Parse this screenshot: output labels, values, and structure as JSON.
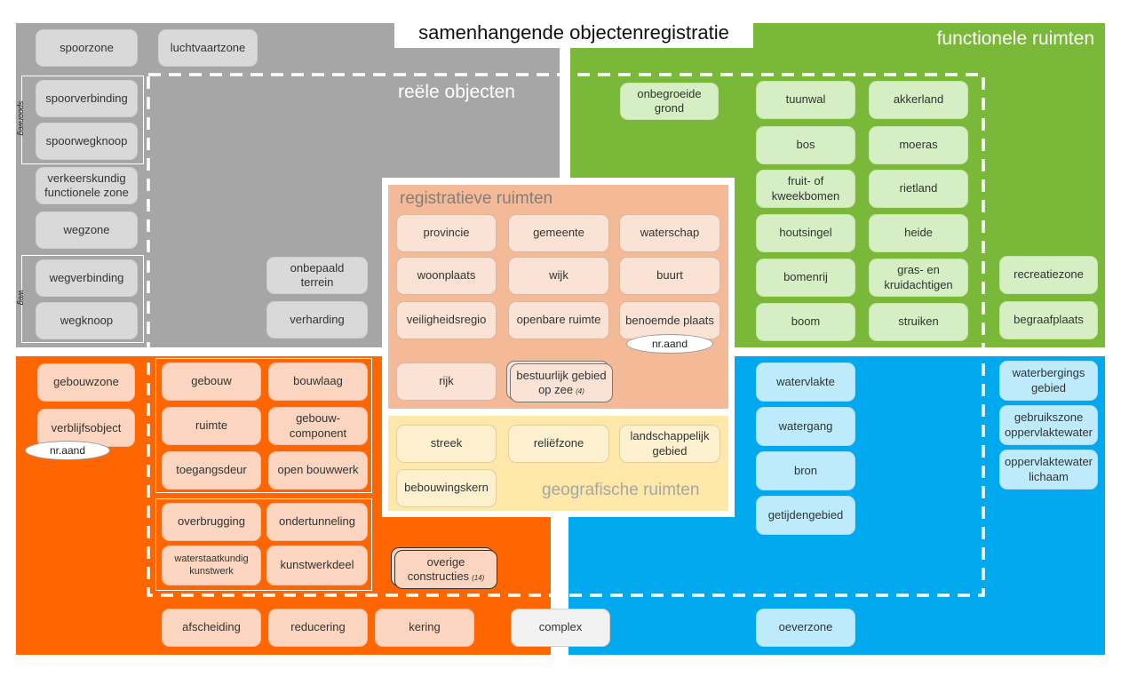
{
  "title": "samenhangende objectenregistratie",
  "sections": {
    "functionele_ruimten": "functionele ruimten",
    "reele_objecten": "reële objecten",
    "registratieve_ruimten": "registratieve ruimten",
    "geografische_ruimten": "geografische ruimten"
  },
  "group_labels": {
    "spoorweg": "spoorweg",
    "weg": "weg"
  },
  "gray": {
    "spoorzone": "spoorzone",
    "luchtvaartzone": "luchtvaartzone",
    "spoorverbinding": "spoorverbinding",
    "spoorwegknoop": "spoorwegknoop",
    "verkeerskundig": "verkeerskundig functionele zone",
    "wegzone": "wegzone",
    "wegverbinding": "wegverbinding",
    "wegknoop": "wegknoop",
    "onbepaald_terrein": "onbepaald terrein",
    "verharding": "verharding"
  },
  "green": {
    "onbegroeide_grond": "onbegroeide grond",
    "tuunwal": "tuunwal",
    "akkerland": "akkerland",
    "bos": "bos",
    "moeras": "moeras",
    "fruit": "fruit- of kweekbomen",
    "rietland": "rietland",
    "houtsingel": "houtsingel",
    "heide": "heide",
    "bomenrij": "bomenrij",
    "gras": "gras- en kruidachtigen",
    "boom": "boom",
    "struiken": "struiken",
    "recreatiezone": "recreatiezone",
    "begraafplaats": "begraafplaats"
  },
  "registratief": {
    "provincie": "provincie",
    "gemeente": "gemeente",
    "waterschap": "waterschap",
    "woonplaats": "woonplaats",
    "wijk": "wijk",
    "buurt": "buurt",
    "veiligheidsregio": "veiligheidsregio",
    "openbare_ruimte": "openbare ruimte",
    "benoemde_plaats": "benoemde plaats",
    "nr_aand": "nr.aand",
    "rijk": "rijk",
    "bestuurlijk": "bestuurlijk gebied op zee",
    "bestuurlijk_count": "(4)"
  },
  "geografisch": {
    "streek": "streek",
    "reliefzone": "reliëfzone",
    "landschappelijk": "landschappelijk gebied",
    "bebouwingskern": "bebouwingskern"
  },
  "orange": {
    "gebouwzone": "gebouwzone",
    "verblijfsobject": "verblijfsobject",
    "nr_aand": "nr.aand",
    "gebouw": "gebouw",
    "bouwlaag": "bouwlaag",
    "ruimte": "ruimte",
    "gebouwcomponent": "gebouw-component",
    "toegangsdeur": "toegangsdeur",
    "open_bouwwerk": "open bouwwerk",
    "overbrugging": "overbrugging",
    "ondertunneling": "ondertunneling",
    "waterstaatkundig": "waterstaatkundig kunstwerk",
    "kunstwerkdeel": "kunstwerkdeel",
    "overige": "overige constructies",
    "overige_count": "(14)",
    "afscheiding": "afscheiding",
    "reducering": "reducering",
    "kering": "kering",
    "complex": "complex"
  },
  "blue": {
    "watervlakte": "watervlakte",
    "watergang": "watergang",
    "bron": "bron",
    "getijdengebied": "getijdengebied",
    "waterbergings": "waterbergings gebied",
    "gebruikszone": "gebruikszone oppervlaktewater",
    "oppervlaktewater": "oppervlaktewater lichaam",
    "oeverzone": "oeverzone"
  },
  "colors": {
    "gray": "#a6a6a6",
    "green": "#7ab83a",
    "orange": "#ff6600",
    "blue": "#00a8ee",
    "peach": "#f4b997",
    "yellow": "#fde8a9"
  }
}
